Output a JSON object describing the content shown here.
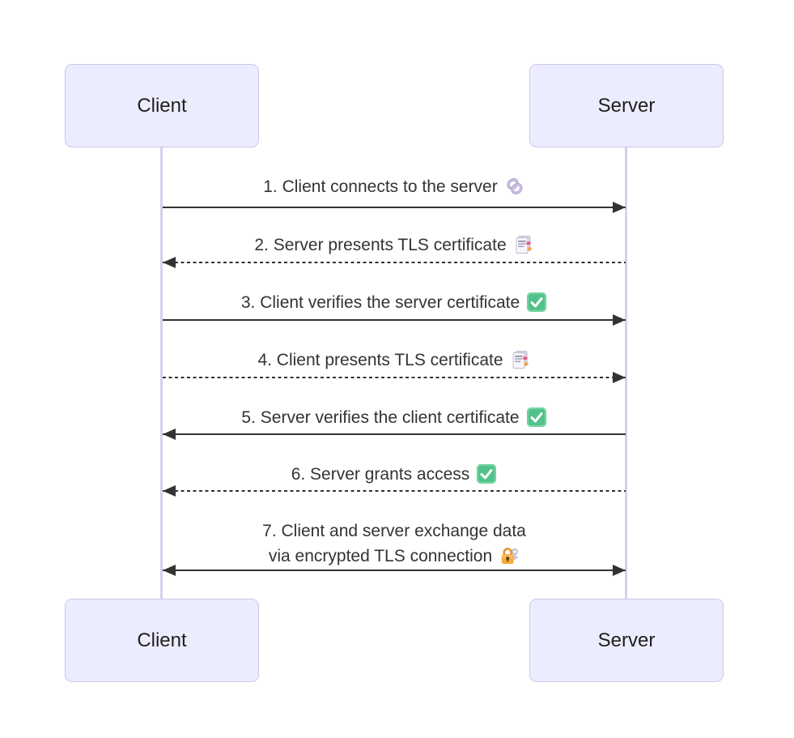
{
  "diagram_type": "sequence-diagram",
  "actors": {
    "client": {
      "label": "Client"
    },
    "server": {
      "label": "Server"
    }
  },
  "messages": [
    {
      "text": "1. Client connects to the server",
      "icon": "link",
      "from": "Client",
      "to": "Server",
      "line": "solid",
      "arrow_direction": "right"
    },
    {
      "text": "2. Server presents TLS certificate",
      "icon": "bookmark-tabs",
      "from": "Server",
      "to": "Client",
      "line": "dashed",
      "arrow_direction": "left"
    },
    {
      "text": "3. Client verifies the server certificate",
      "icon": "check-mark-button",
      "from": "Client",
      "to": "Server",
      "line": "solid",
      "arrow_direction": "right"
    },
    {
      "text": "4. Client presents TLS certificate",
      "icon": "bookmark-tabs",
      "from": "Client",
      "to": "Server",
      "line": "dashed",
      "arrow_direction": "right"
    },
    {
      "text": "5. Server verifies the client certificate",
      "icon": "check-mark-button",
      "from": "Server",
      "to": "Client",
      "line": "solid",
      "arrow_direction": "left"
    },
    {
      "text": "6. Server grants access",
      "icon": "check-mark-button",
      "from": "Server",
      "to": "Client",
      "line": "dashed",
      "arrow_direction": "left"
    },
    {
      "text": "7. Client and server exchange data",
      "text2": "via encrypted TLS connection",
      "icon": "locked-with-key",
      "from": "Client",
      "to": "Server",
      "line": "solid",
      "arrow_direction": "both"
    }
  ],
  "colors": {
    "background": "#ffffff",
    "actor_fill": "#ececff",
    "actor_border": "#d0c6ea",
    "lifeline": "#d8cfee",
    "arrow": "#333333",
    "text": "#333333",
    "check_green": "#50c28a",
    "lock_orange": "#f5a83c",
    "link_purple": "#c9bcdf"
  }
}
